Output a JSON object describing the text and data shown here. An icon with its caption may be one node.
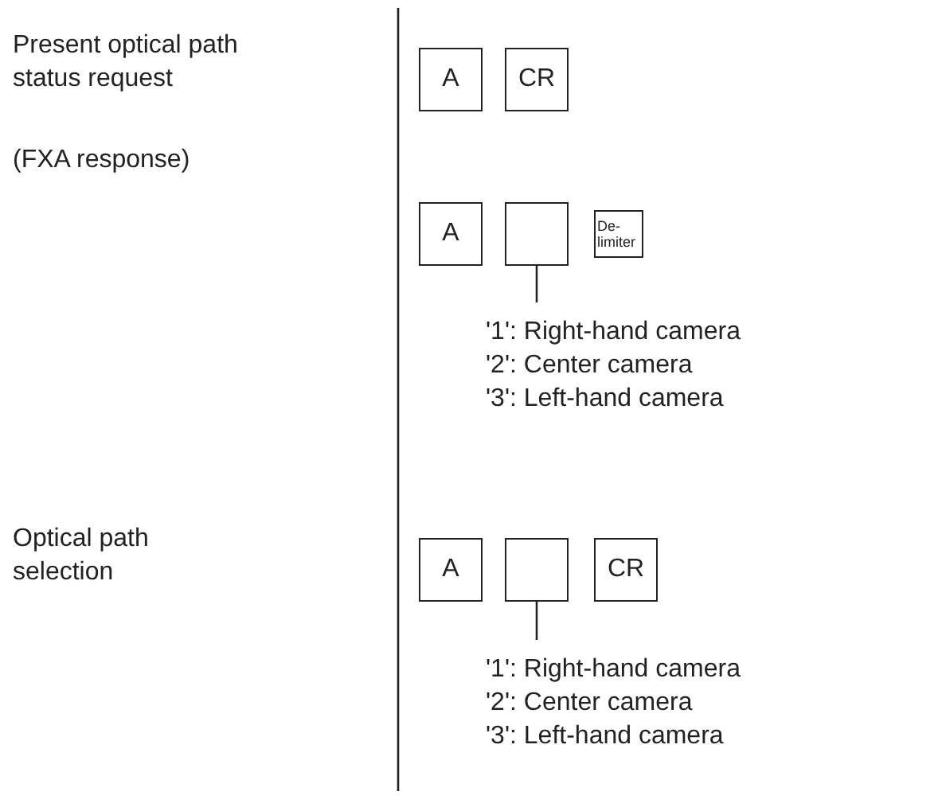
{
  "diagram": {
    "nodes": [
      {
        "text": [
          "A"
        ]
      },
      {
        "text": [
          "CR"
        ]
      },
      {
        "text": [
          "A"
        ]
      },
      {
        "text": [],
        "shape": "box"
      },
      {
        "text": [
          "De-limiter"
        ]
      },
      {
        "text": [
          "'1': Right-hand camera",
          "'2': Center camera",
          "'3': Left-hand camera"
        ]
      },
      {
        "text": [
          "A"
        ]
      },
      {
        "text": [],
        "shape": "box"
      },
      {
        "text": [
          "CR"
        ]
      },
      {
        "text": [
          "'1': Right-hand camera",
          "'2': Center camera",
          "'3': Left-hand camera"
        ]
      }
    ],
    "edges": [
      {
        "from": 5,
        "to": 3,
        "arrow": "none"
      },
      {
        "from": 9,
        "to": 7,
        "arrow": "none"
      }
    ],
    "labels": [
      "Present optical path status request",
      "(FXA response)",
      "Optical path selection"
    ]
  }
}
